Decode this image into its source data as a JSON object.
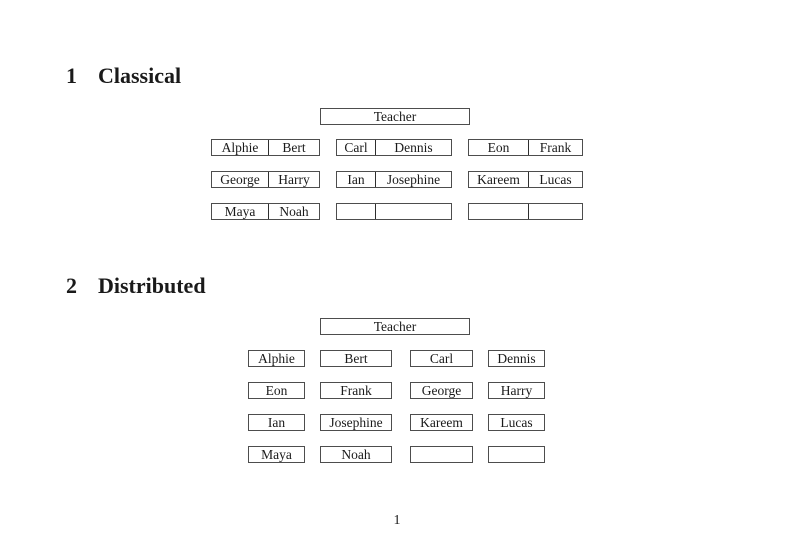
{
  "page": {
    "number": "1"
  },
  "colors": {
    "ink": "#1a1a1a",
    "rule": "#4d4d4d"
  },
  "sections": [
    {
      "number": "1",
      "title": "Classical"
    },
    {
      "number": "2",
      "title": "Distributed"
    }
  ],
  "classical": {
    "teacher_label": "Teacher",
    "rows": [
      {
        "desks": [
          {
            "left": "Alphie",
            "right": "Bert"
          },
          {
            "left": "Carl",
            "right": "Dennis"
          },
          {
            "left": "Eon",
            "right": "Frank"
          }
        ]
      },
      {
        "desks": [
          {
            "left": "George",
            "right": "Harry"
          },
          {
            "left": "Ian",
            "right": "Josephine"
          },
          {
            "left": "Kareem",
            "right": "Lucas"
          }
        ]
      },
      {
        "desks": [
          {
            "left": "Maya",
            "right": "Noah"
          },
          {
            "left": "",
            "right": ""
          },
          {
            "left": "",
            "right": ""
          }
        ]
      }
    ]
  },
  "distributed": {
    "teacher_label": "Teacher",
    "rows": [
      {
        "seats": [
          "Alphie",
          "Bert",
          "Carl",
          "Dennis"
        ]
      },
      {
        "seats": [
          "Eon",
          "Frank",
          "George",
          "Harry"
        ]
      },
      {
        "seats": [
          "Ian",
          "Josephine",
          "Kareem",
          "Lucas"
        ]
      },
      {
        "seats": [
          "Maya",
          "Noah",
          "",
          ""
        ]
      }
    ]
  }
}
